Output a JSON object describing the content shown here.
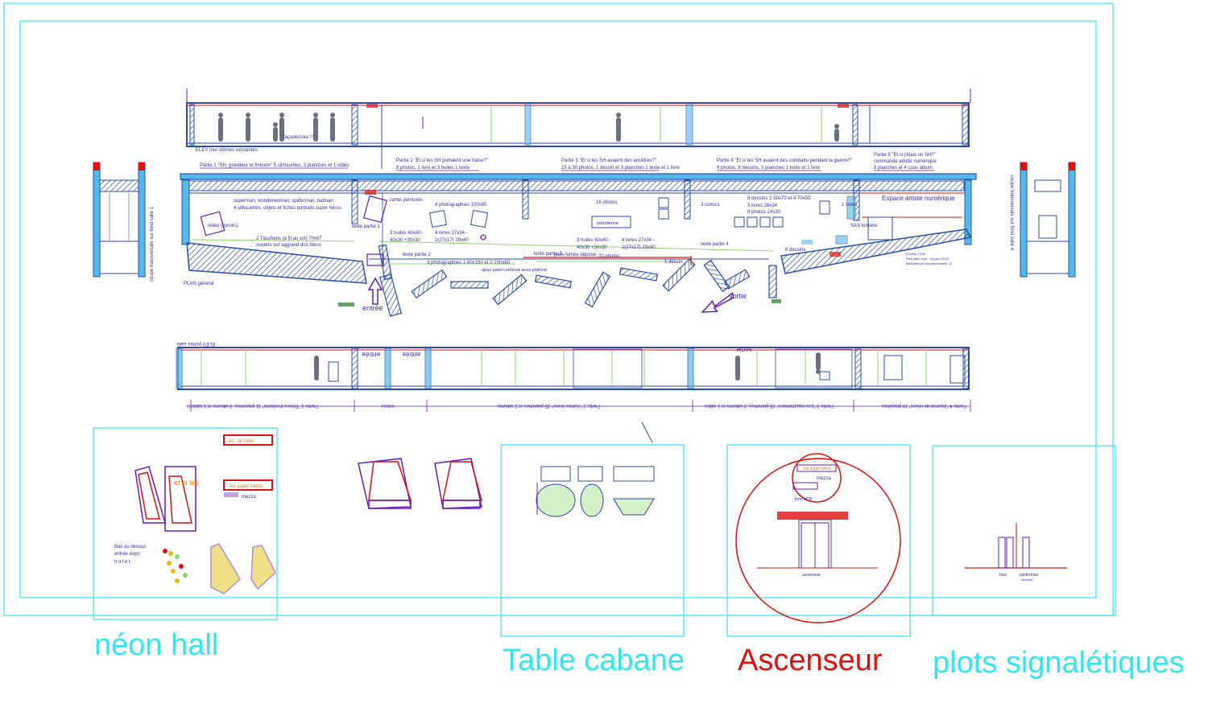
{
  "colors": {
    "cyan": "#33e6ee",
    "wall_blue": "#2a4fa8",
    "hatch_blue": "#55b8ea",
    "purple": "#6a1ab8",
    "red": "#e01010",
    "green": "#8bd66b",
    "dark_text": "#3a2aa0"
  },
  "frames": {
    "neon_hall": "néon hall",
    "table_cabane": "Table cabane",
    "ascenseur": "Ascenseur",
    "plots": "plots signalétiques"
  },
  "top_elevation": {
    "title": "ELEV mur vitrines existantes",
    "facade_note": "façade/cour !!!",
    "section_titles": [
      "Partie 1 \"SH, grandeur et finitude\" 5 silhouettes, 3 planches et 1 vidéo",
      "Partie 2 \"Et si les SH portaient une fraise?\"",
      "8 photos, 1 livre et 3 huiles 1 texte",
      "Partie 3 \"Et si les SH avaient des ancêtres?\"",
      "15 à 30 photos, 1 dessin et 3 planches 1 texte et 1 livre",
      "Partie 4 \"Et si les SH avaient des combattu pendant la guerre?\"",
      "9 photos, 8 dessins, 3 planches 1 texte et 1 livre",
      "Partie 5 \"Et si j'étais un SH?\"",
      "commande artiste numérique",
      "8 planches et 4 couv album"
    ]
  },
  "plan": {
    "title": "PLAN général",
    "left_section": "coupe transversale sur fond salle 1",
    "right_section": "coupe transversale sur fond salle 4",
    "labels": {
      "superman": "superman, wonderwoman, spiderman, batman",
      "silhouettes": "4 silhouettes, objets et  fiches portraits super héros",
      "video": "vidéo (miroirs)",
      "taschen": "2 Täschens (à fil au sol) 70x87",
      "ouverts": "ouverts sur aggrand dos bleus",
      "cartel": "cartel peintures",
      "texte_p1": "texte partie 1",
      "photos_p2": "4 photographies 100x80",
      "huiles_p2": "3 huiles 60x40-",
      "huiles_p2b": "40x30 +30x30",
      "livres_p2": "4 livres 27x34 -",
      "livres_p2b": "2(27x17) 29x40",
      "texte_p2": "texte partie 2",
      "photos_p2c": "3 photographies 1-80x100 et 2-100x80",
      "photos_p3": "16 photos",
      "meridienne": "méridienne",
      "huiles_p3": "3 huiles 60x40-",
      "huiles_p3b": "40x30 +30x30",
      "livres_p3": "4 livres 27x34 -",
      "livres_p3b": "2(27x17) 29x40",
      "texte_p3": "texte partie 3",
      "pare": "pare-fumée déposé",
      "photos20": "20 photos",
      "ajout": "ajout paroi continue sous plafond",
      "dessin1": "1 dessin",
      "comics": "3 comics",
      "video_p4": "1 vidéo",
      "dessins_p4": "6 dessins 2-50x70 et 4 70x50",
      "livres_p4": "3 livres 26x34",
      "photos_p4": "9 photos 24x30",
      "texte_p4": "texte partie 4",
      "dessins8": "8 dessins",
      "espace": "Espace artiste numérique",
      "sas": "SAS lumière",
      "entree": "entrée",
      "sortie": "sortie",
      "echelle": "Échelle 1/100",
      "plan_note": "Plan salle fond - 04 janv 2019",
      "biblio": "Bibliothèque Départementale 13"
    }
  },
  "bottom_elevation": {
    "title": "ELEV portes salle",
    "entree1": "entrée",
    "entree2": "entrée",
    "sortie": "sortie",
    "parts": [
      "Partie 1 \"Rêves d'enfants\" 11 planches, 3 albums et 1 tablette",
      "entrée",
      "Partie 2 \"Autres rêves\" 35 planches et 2 albums",
      "Partie 3 \"Les cauchemars\" 15 planches, 2 albums et 1 vidéo",
      "Partie 4 \"Journal de rêves\" 19 planches"
    ]
  },
  "neon": {
    "et_si": "et si les",
    "super_heros_top": "et... la suite",
    "les_super": "les super héros",
    "mezza": "mezza",
    "bas1": "Bas au dessus",
    "bas2": "entrée expo",
    "bas3": "h o l e t"
  },
  "ascenseur": {
    "mezza": "mezza",
    "fond": "fond MDF",
    "label": "ascenseur",
    "top": "les super héros"
  },
  "plots": {
    "label1": "huis",
    "label2": "spiderman",
    "label3": "chelsea"
  }
}
